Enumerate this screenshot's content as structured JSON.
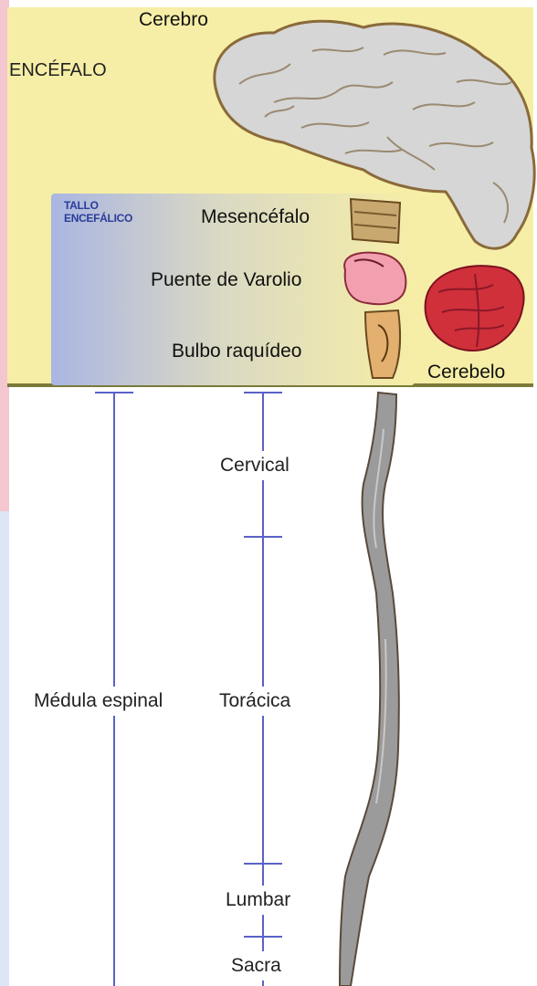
{
  "labels": {
    "cerebro": "Cerebro",
    "encefalo": "ENCÉFALO",
    "tallo_encefalico": "TALLO\nENCEFÁLICO",
    "mesencefalo": "Mesencéfalo",
    "puente": "Puente de Varolio",
    "bulbo": "Bulbo raquídeo",
    "cerebelo": "Cerebelo",
    "cervical": "Cervical",
    "medula_espinal": "Médula espinal",
    "toracica": "Torácica",
    "lumbar": "Lumbar",
    "sacra": "Sacra"
  },
  "colors": {
    "panel": "#f6eea6",
    "brain": "#d4d4d4",
    "brain_outline": "#8a6a3a",
    "cerebellum": "#d0303a",
    "spinal_cord": "#9b9b9b",
    "guide_line": "#5a62c8"
  },
  "icons": {
    "brain": "brain-illustration",
    "cerebellum": "cerebellum-illustration",
    "spinal_cord": "spinal-cord-illustration"
  }
}
